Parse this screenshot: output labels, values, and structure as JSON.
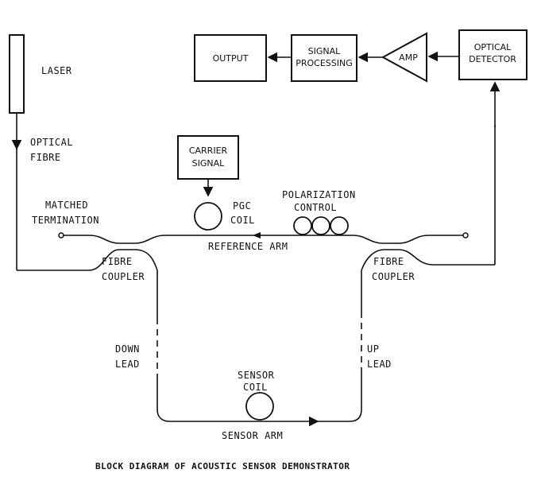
{
  "blocks": {
    "laser": "LASER",
    "output": "OUTPUT",
    "signal_processing": [
      "SIGNAL",
      "PROCESSING"
    ],
    "amp": "AMP",
    "optical_detector": [
      "OPTICAL",
      "DETECTOR"
    ],
    "carrier_signal": [
      "CARRIER",
      "SIGNAL"
    ]
  },
  "labels": {
    "optical_fibre": [
      "OPTICAL",
      "FIBRE"
    ],
    "matched_termination": [
      "MATCHED",
      "TERMINATION"
    ],
    "pgc_coil": [
      "PGC",
      "COIL"
    ],
    "polarization_control": [
      "POLARIZATION",
      "CONTROL"
    ],
    "reference_arm": "REFERENCE ARM",
    "fibre_coupler_left": [
      "FIBRE",
      "COUPLER"
    ],
    "fibre_coupler_right": [
      "FIBRE",
      "COUPLER"
    ],
    "down_lead": [
      "DOWN",
      "LEAD"
    ],
    "up_lead": [
      "UP",
      "LEAD"
    ],
    "sensor_coil": [
      "SENSOR",
      "COIL"
    ],
    "sensor_arm": "SENSOR ARM"
  },
  "caption": "BLOCK DIAGRAM OF ACOUSTIC SENSOR DEMONSTRATOR"
}
